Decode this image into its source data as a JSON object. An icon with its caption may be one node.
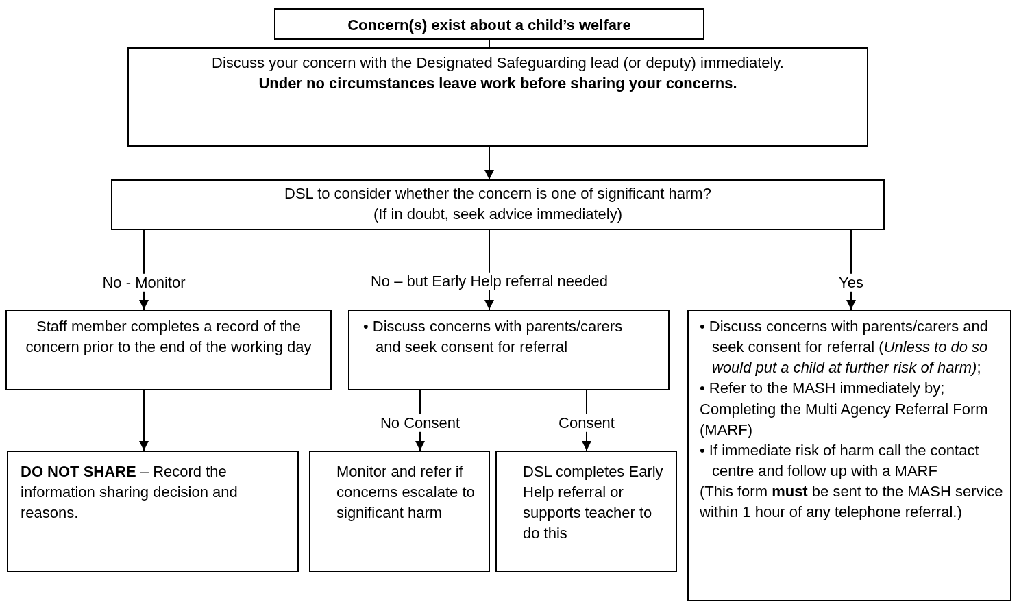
{
  "diagram": {
    "nodes": [
      {
        "text": [
          "Concern(s) exist about a child’s welfare"
        ]
      },
      {
        "text": [
          "Discuss your concern with the Designated Safeguarding lead (or deputy) immediately.",
          "Under no circumstances leave work before sharing your concerns."
        ]
      },
      {
        "text": [
          "DSL to consider whether the concern is one of significant harm?",
          "(If in doubt, seek advice immediately)"
        ]
      },
      {
        "text": [
          "Staff member completes a record of the concern prior to the end of the working day"
        ]
      },
      {
        "text": [
          "• Discuss concerns with parents/carers and seek consent for referral"
        ]
      },
      {
        "text": [
          "• Discuss concerns with parents/carers and seek consent for referral (*Unless to do so would put a child at further risk of harm)*;",
          "• Refer to the MASH immediately by;",
          "Completing the Multi Agency Referral Form (MARF)",
          "• If immediate risk of harm call the contact centre and follow up with a MARF",
          "(This form **must** be sent to the MASH service within 1 hour of any telephone referral.)"
        ]
      },
      {
        "text": [
          "**DO NOT SHARE** – Record the information sharing decision and reasons."
        ]
      },
      {
        "text": [
          "Monitor and refer if concerns escalate to significant harm"
        ]
      },
      {
        "text": [
          "DSL completes Early Help referral or supports teacher to do this"
        ]
      }
    ],
    "edges": [
      {
        "from": 0,
        "to": 1,
        "arrow": "none"
      },
      {
        "from": 1,
        "to": 2,
        "arrow": "to"
      },
      {
        "from": 2,
        "to": 3,
        "arrow": "to",
        "label": "No - Monitor"
      },
      {
        "from": 2,
        "to": 4,
        "arrow": "to",
        "label": "No – but Early Help referral needed"
      },
      {
        "from": 2,
        "to": 5,
        "arrow": "to",
        "label": "Yes"
      },
      {
        "from": 3,
        "to": 6,
        "arrow": "to"
      },
      {
        "from": 4,
        "to": 7,
        "arrow": "to",
        "label": "No Consent"
      },
      {
        "from": 4,
        "to": 8,
        "arrow": "to",
        "label": "Consent"
      }
    ]
  }
}
